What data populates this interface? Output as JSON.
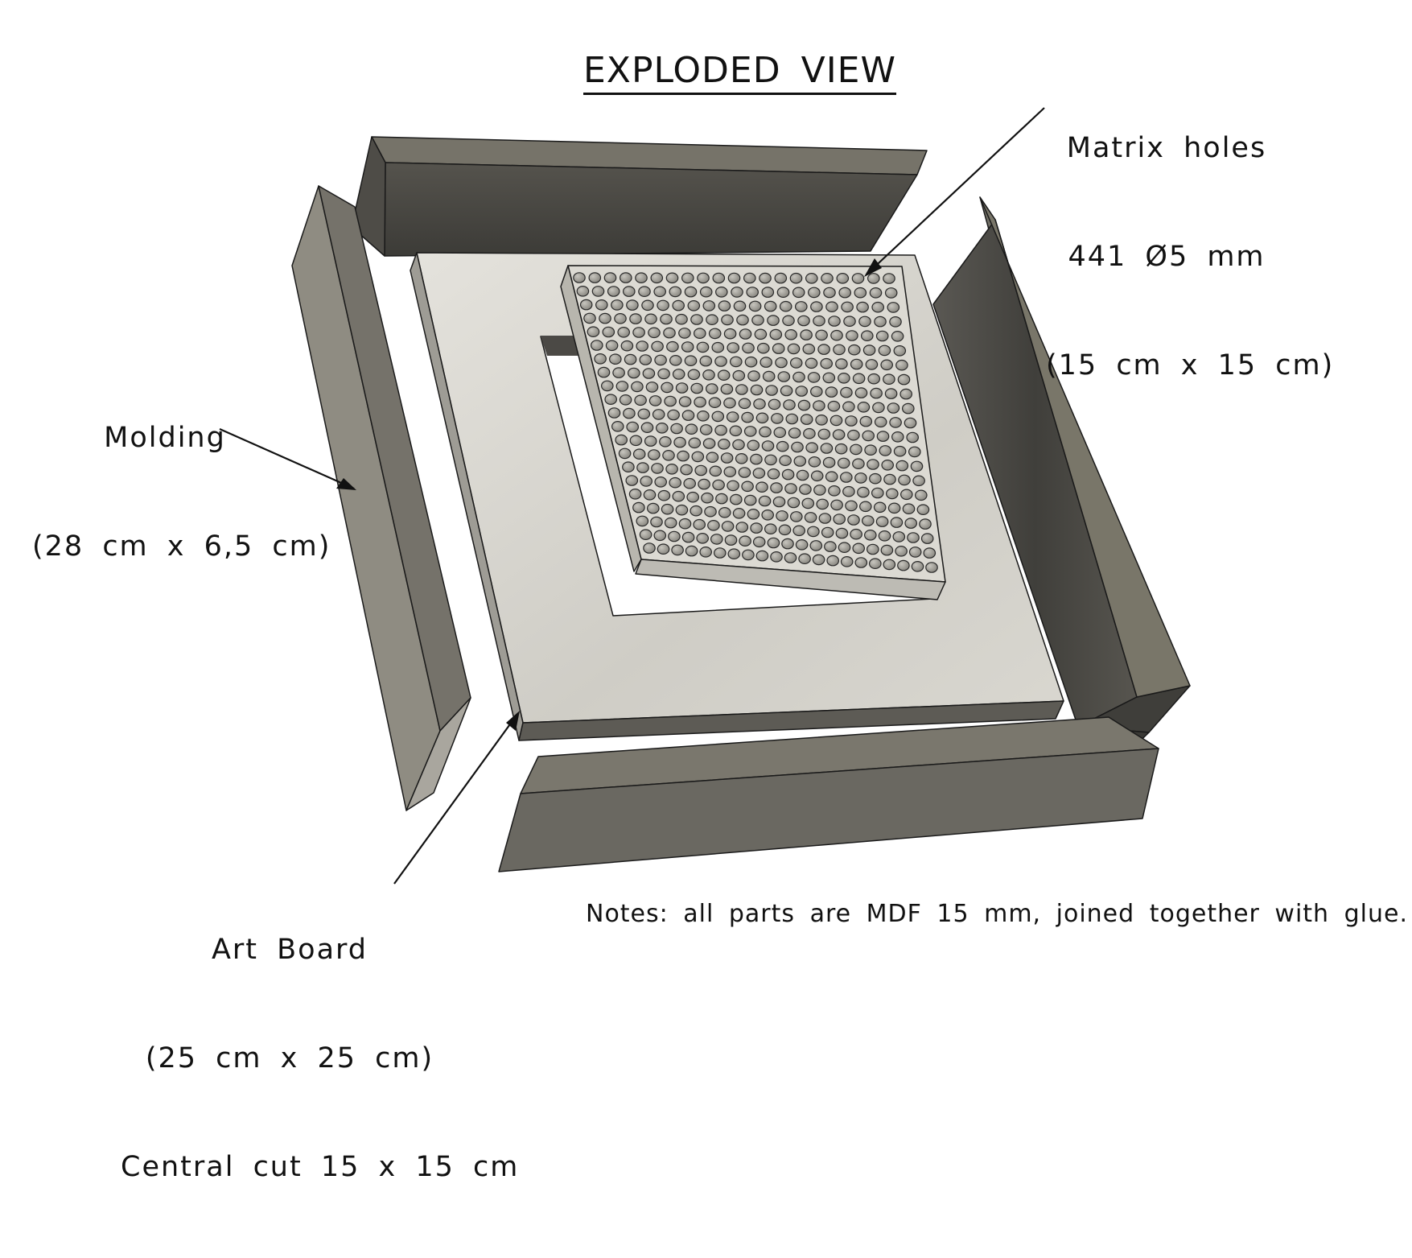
{
  "title": "EXPLODED VIEW",
  "callouts": {
    "matrix": {
      "line1": "Matrix holes",
      "line2": "441 Ø5 mm",
      "line3": "(15 cm x 15 cm)"
    },
    "molding": {
      "line1": "Molding",
      "line2": "(28 cm x 6,5 cm)"
    },
    "art_board": {
      "line1": "Art Board",
      "line2": "(25 cm x 25 cm)",
      "line3": "Central cut 15 x 15 cm"
    }
  },
  "notes": "Notes: all parts are MDF 15 mm, joined together with glue.",
  "matrix_grid": {
    "rows": 21,
    "cols": 21,
    "hole_count": 441
  },
  "colors": {
    "molding_dark": "#4a4843",
    "molding_mid": "#6c6a62",
    "molding_light": "#7a776d",
    "board_top": "#d8d6cf",
    "board_edge": "#8c8a83",
    "matrix_top": "#dcdad3",
    "hole_fill": "#9d9b94",
    "outline": "#1a1a1a"
  }
}
